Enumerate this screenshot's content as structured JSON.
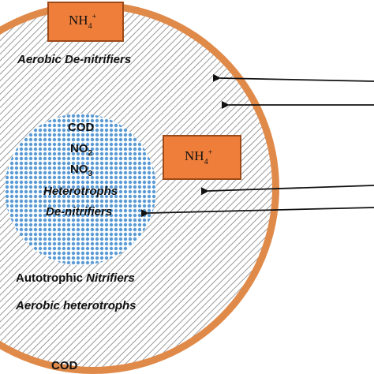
{
  "diagram": {
    "colors": {
      "biofilm_border": "#e08a4a",
      "nh4_box_fill": "#ee7e3a",
      "nh4_box_border": "#9c4a1a",
      "inner_core_fill": "#5b9bd5",
      "hatch_stroke": "#9a9a9a",
      "arrow": "#111111"
    },
    "nh4_top": {
      "base": "NH",
      "subscript": "4",
      "superscript": "+"
    },
    "nh4_side": {
      "base": "NH",
      "subscript": "4",
      "superscript": "+"
    },
    "outer_labels": {
      "aerobic_denitrifiers": "Aerobic De-nitrifiers",
      "autotrophic_prefix": "Autotrophic ",
      "autotrophic_italic": "Nitrifiers",
      "aerobic_heterotrophs": "Aerobic heterotrophs",
      "cod_bottom": "COD"
    },
    "inner_labels": {
      "cod": "COD",
      "no2_base": "NO",
      "no2_sub": "2",
      "no3_base": "NO",
      "no3_sub": "3",
      "heterotrophs": "Heterotrophs",
      "denitrifiers": "De-nitrifiers"
    },
    "icons": [
      "arrow-icon",
      "arrow-icon",
      "arrow-icon",
      "arrow-icon"
    ]
  }
}
